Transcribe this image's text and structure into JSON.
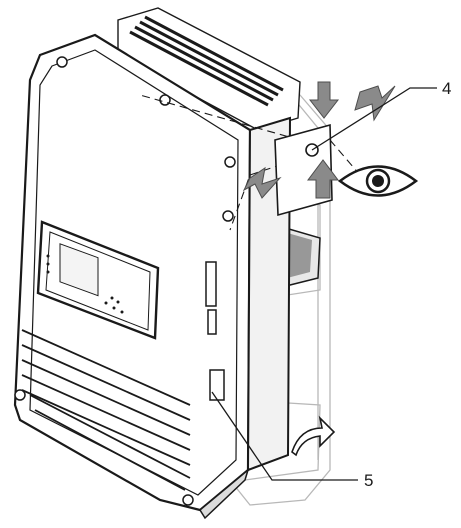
{
  "figure": {
    "callouts": [
      {
        "id": "4",
        "text": "4"
      },
      {
        "id": "5",
        "text": "5"
      }
    ]
  },
  "colors": {
    "line": "#1a1a1a",
    "ghost_line": "#b8b8b8",
    "arrow_fill": "#8a8a8a",
    "background": "#ffffff"
  },
  "icons": [
    "eye-icon",
    "press-arrow-icon",
    "rotate-arrow-icon",
    "vent-grille-icon"
  ]
}
